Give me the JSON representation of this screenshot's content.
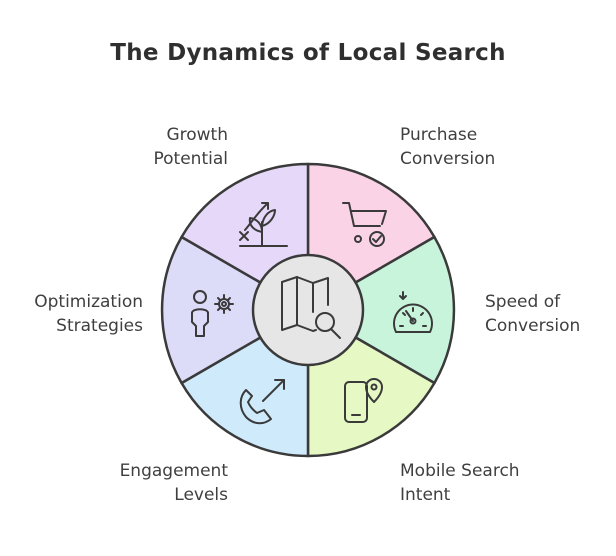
{
  "title": "The Dynamics of Local Search",
  "segments": [
    {
      "id": "growth",
      "line1": "Growth",
      "line2": "Potential",
      "color": "#fbd3e6",
      "icon": "growth-plant-icon"
    },
    {
      "id": "purchase",
      "line1": "Purchase",
      "line2": "Conversion",
      "color": "#c8f4dc",
      "icon": "shopping-cart-icon"
    },
    {
      "id": "speed",
      "line1": "Speed of",
      "line2": "Conversion",
      "color": "#e6f8c4",
      "icon": "speedometer-icon"
    },
    {
      "id": "mobile",
      "line1": "Mobile Search",
      "line2": "Intent",
      "color": "#cfeafb",
      "icon": "mobile-location-icon"
    },
    {
      "id": "engagement",
      "line1": "Engagement",
      "line2": "Levels",
      "color": "#dcdcf9",
      "icon": "phone-call-icon"
    },
    {
      "id": "optimization",
      "line1": "Optimization",
      "line2": "Strategies",
      "color": "#e6d8f8",
      "icon": "person-gear-icon"
    }
  ],
  "center": {
    "icon": "map-search-icon",
    "color": "#e6e6e6"
  }
}
